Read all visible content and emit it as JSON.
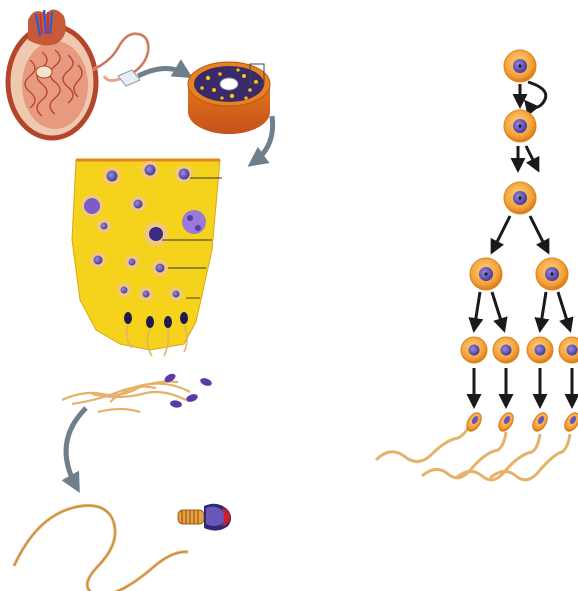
{
  "figure": {
    "subject": "spermatogenesis",
    "panels": [
      "testis-section-panel",
      "spermatogenesis-lineage-panel"
    ]
  },
  "colors": {
    "background": "#ffffff",
    "tubule_yellow": "#f5d21c",
    "cell_orange": "#f2a33c",
    "cell_rim": "#e0821a",
    "nucleus_purple": "#6a55b8",
    "nucleus_dark": "#2b2a73",
    "sperm_tail": "#e6b26a",
    "arrow_gray": "#6f7f8c",
    "testis_red": "#c9462c",
    "acrosome_red": "#cf1f2a",
    "arrow_black": "#1a1a1a"
  },
  "lineage": {
    "generations": [
      {
        "stage": "spermatogonium",
        "cells": 1,
        "self_renewal_loop": true
      },
      {
        "stage": "primary-spermatocyte",
        "cells": 1
      },
      {
        "stage": "secondary-spermatocyte-parent",
        "cells": 1
      },
      {
        "stage": "secondary-spermatocytes",
        "cells": 2
      },
      {
        "stage": "spermatids",
        "cells": 4
      },
      {
        "stage": "spermatozoa",
        "cells": 4
      }
    ]
  },
  "icons": [
    "testis-icon",
    "tubule-cross-section-icon",
    "sperm-cell-icon",
    "loop-arrow-icon"
  ]
}
